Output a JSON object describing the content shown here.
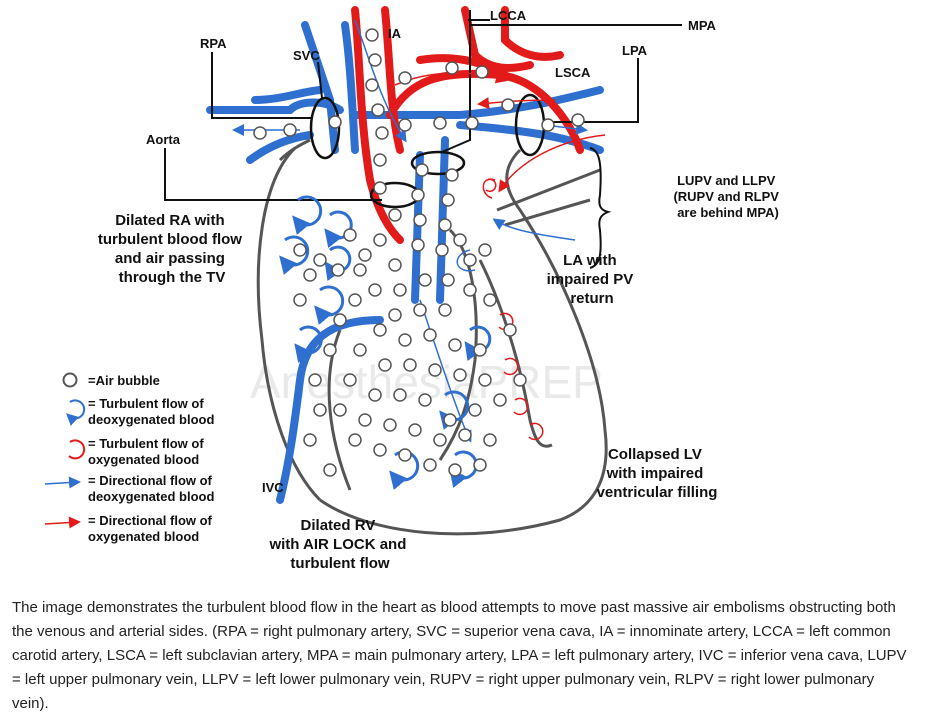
{
  "labels": {
    "rpa": "RPA",
    "svc": "SVC",
    "ia": "IA",
    "lcca": "LCCA",
    "mpa": "MPA",
    "lpa": "LPA",
    "lsca": "LSCA",
    "aorta": "Aorta",
    "ivc": "IVC",
    "pv_line1": "LUPV and LLPV",
    "pv_line2": "(RUPV and RLPV",
    "pv_line3": "are behind MPA)",
    "ra_line1": "Dilated RA with",
    "ra_line2": "turbulent blood flow",
    "ra_line3": "and air passing",
    "ra_line4": "through the TV",
    "la_line1": "LA with",
    "la_line2": "impaired PV",
    "la_line3": "return",
    "lv_line1": "Collapsed LV",
    "lv_line2": "with impaired",
    "lv_line3": "ventricular filling",
    "rv_line1": "Dilated RV",
    "rv_line2": "with AIR LOCK and",
    "rv_line3": "turbulent flow"
  },
  "legend": {
    "air_line1": "=Air bubble",
    "deoxy_turb_line1": "= Turbulent flow of",
    "deoxy_turb_line2": "deoxygenated blood",
    "oxy_turb_line1": "= Turbulent flow of",
    "oxy_turb_line2": "oxygenated blood",
    "deoxy_dir_line1": "= Directional flow of",
    "deoxy_dir_line2": "deoxygenated blood",
    "oxy_dir_line1": "= Directional flow of",
    "oxy_dir_line2": "oxygenated blood"
  },
  "watermark": "AnesthesiaPREP",
  "caption": "The image demonstrates the turbulent blood flow in the heart as blood attempts to move past massive air embolisms obstructing both the venous and arterial sides. (RPA = right pulmonary artery, SVC = superior vena cava, IA = innominate artery, LCCA = left common carotid artery, LSCA = left subclavian artery, MPA = main pulmonary artery, LPA = left pulmonary artery, IVC = inferior vena cava, LUPV = left upper pulmonary vein, LLPV = left lower pulmonary vein, RUPV = right upper pulmonary vein, RLPV = right lower pulmonary vein).",
  "colors": {
    "deoxygenated": "#2f6fd0",
    "oxygenated": "#e21a1a",
    "outline": "#555555",
    "bubble_stroke": "#555555"
  }
}
